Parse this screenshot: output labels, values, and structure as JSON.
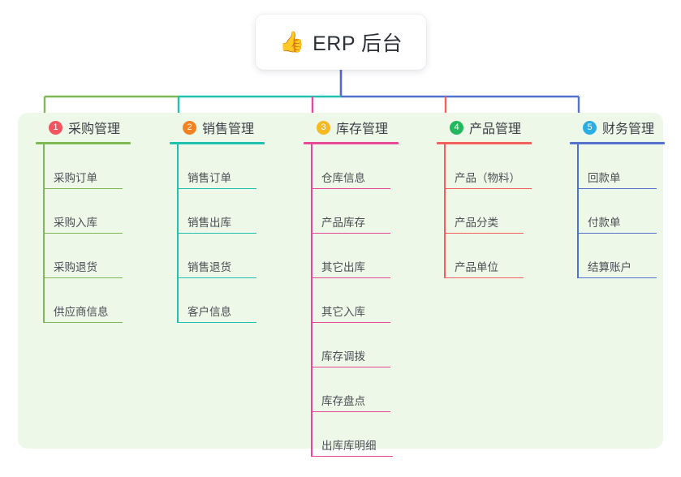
{
  "root": {
    "emoji": "👍",
    "emoji_name": "thumbs-up-icon",
    "title": "ERP 后台"
  },
  "palette": {
    "panel_bg": "#eef8e9",
    "page_bg": "#ffffff",
    "text": "#4a4e55",
    "title_text": "#2b2f36",
    "root_connector": "#5566cc"
  },
  "columns": [
    {
      "number": "1",
      "title": "采购管理",
      "color": "#7dba55",
      "badge_color": "#f2555f",
      "items": [
        "采购订单",
        "采购入库",
        "采购退货",
        "供应商信息"
      ]
    },
    {
      "number": "2",
      "title": "销售管理",
      "color": "#1fc2ae",
      "badge_color": "#f58220",
      "items": [
        "销售订单",
        "销售出库",
        "销售退货",
        "客户信息"
      ]
    },
    {
      "number": "3",
      "title": "库存管理",
      "color": "#e84898",
      "badge_color": "#f5b921",
      "items": [
        "仓库信息",
        "产品库存",
        "其它出库",
        "其它入库",
        "库存调拨",
        "库存盘点",
        "出库库明细"
      ]
    },
    {
      "number": "4",
      "title": "产品管理",
      "color": "#f4605c",
      "badge_color": "#23b85e",
      "items": [
        "产品（物料）",
        "产品分类",
        "产品单位"
      ]
    },
    {
      "number": "5",
      "title": "财务管理",
      "color": "#5272cf",
      "badge_color": "#2aade3",
      "items": [
        "回款单",
        "付款单",
        "结算账户"
      ]
    }
  ],
  "connector_segments": [
    {
      "name": "trunk-to-bus",
      "color": "#5566cc"
    },
    {
      "name": "bus-left-green",
      "color": "#7dba55"
    },
    {
      "name": "bus-teal",
      "color": "#1fc2ae"
    },
    {
      "name": "bus-right-blue",
      "color": "#5272cf"
    }
  ]
}
